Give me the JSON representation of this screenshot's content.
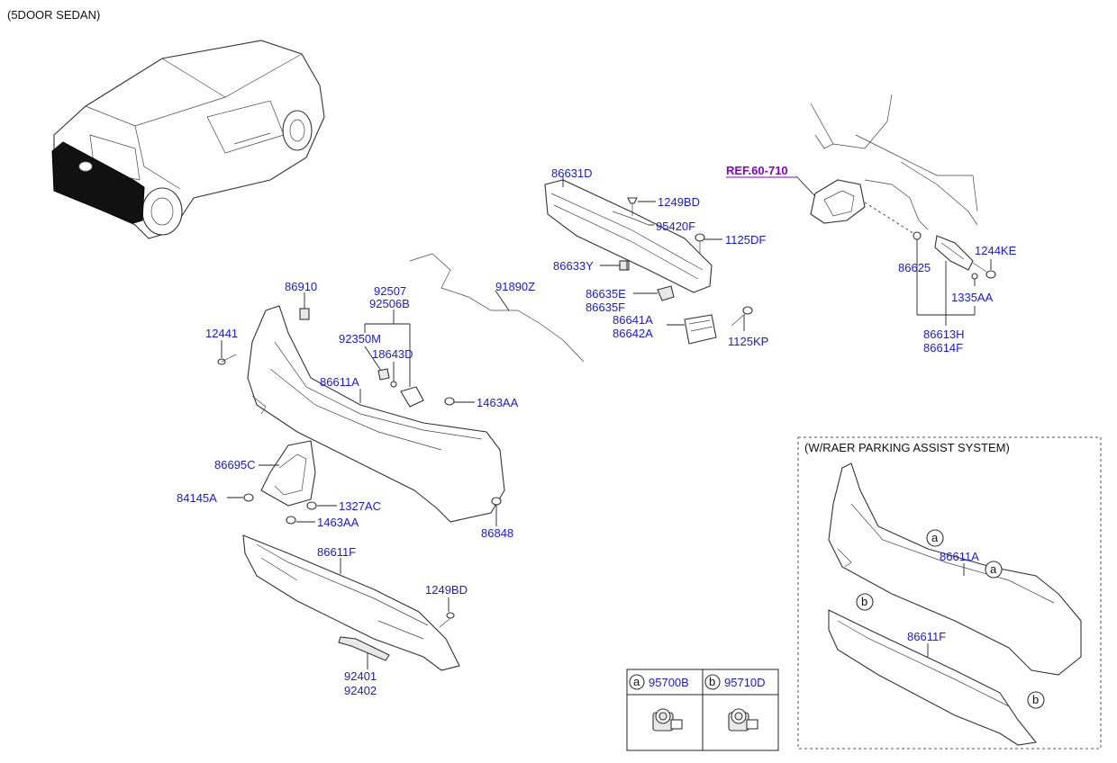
{
  "header": {
    "variant": "(5DOOR SEDAN)"
  },
  "ref": {
    "label": "REF.60-710"
  },
  "parts": {
    "p86631D": "86631D",
    "p1249BD_top": "1249BD",
    "p95420F": "95420F",
    "p1125DF": "1125DF",
    "p86633Y": "86633Y",
    "p86635E": "86635E",
    "p86635F": "86635F",
    "p86641A": "86641A",
    "p86642A": "86642A",
    "p1125KP": "1125KP",
    "p91890Z": "91890Z",
    "p92507": "92507",
    "p92506B": "92506B",
    "p92350M": "92350M",
    "p18643D": "18643D",
    "p86910": "86910",
    "p12441": "12441",
    "p86611A": "86611A",
    "p1463AA_top": "1463AA",
    "p86695C": "86695C",
    "p84145A": "84145A",
    "p1327AC": "1327AC",
    "p1463AA_bot": "1463AA",
    "p86848": "86848",
    "p86611F": "86611F",
    "p1249BD_bot": "1249BD",
    "p92401": "92401",
    "p92402": "92402",
    "p86625": "86625",
    "p1244KE": "1244KE",
    "p1335AA": "1335AA",
    "p86613H": "86613H",
    "p86614F": "86614F"
  },
  "parking_assist": {
    "title": "(W/RAER PARKING ASSIST SYSTEM)",
    "p86611A": "86611A",
    "p86611F": "86611F",
    "marker_a": "a",
    "marker_b": "b"
  },
  "legend": {
    "a_marker": "a",
    "a_part": "95700B",
    "b_marker": "b",
    "b_part": "95710D"
  }
}
